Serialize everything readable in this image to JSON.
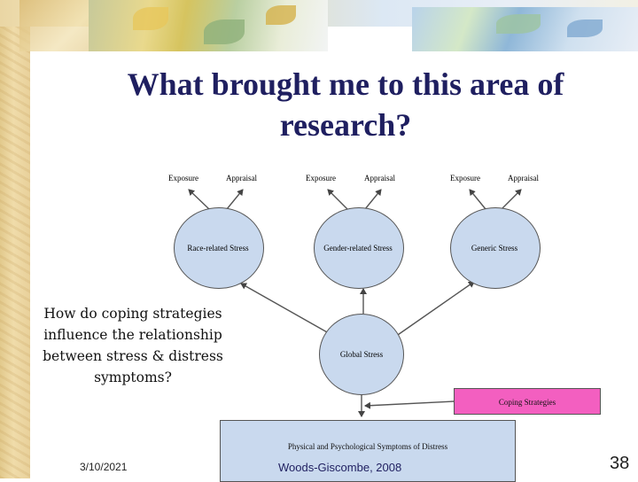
{
  "slide": {
    "title": "What brought me to this area of research?",
    "question": "How do coping strategies influence the relationship between stress & distress symptoms?"
  },
  "diagram": {
    "stress_nodes": [
      {
        "label": "Race-related Stress",
        "exposure": "Exposure",
        "appraisal": "Appraisal"
      },
      {
        "label": "Gender-related Stress",
        "exposure": "Exposure",
        "appraisal": "Appraisal"
      },
      {
        "label": "Generic Stress",
        "exposure": "Exposure",
        "appraisal": "Appraisal"
      }
    ],
    "global_stress": "Global Stress",
    "coping": "Coping Strategies",
    "outcome": "Physical and Psychological Symptoms of Distress"
  },
  "footer": {
    "date": "3/10/2021",
    "author": "Woods-Giscombe, 2008",
    "page": "38"
  },
  "colors": {
    "title": "#1f1f60",
    "node_fill": "#c9d9ee",
    "coping_fill": "#f35fc0"
  }
}
